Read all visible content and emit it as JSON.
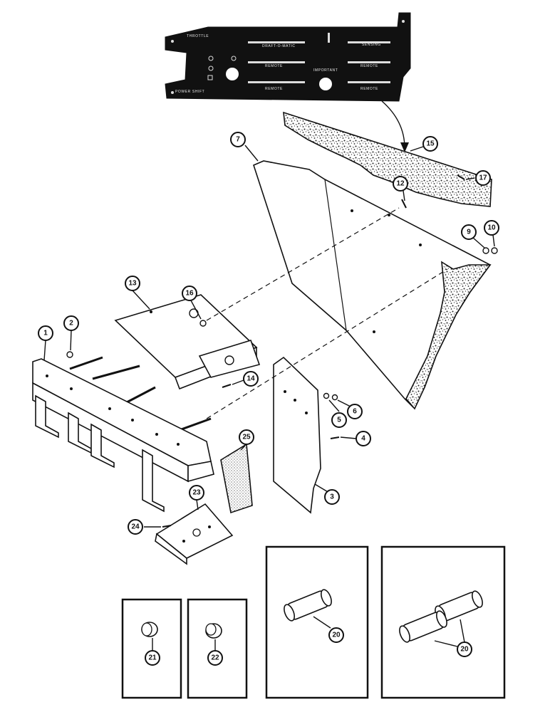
{
  "instrument_panel": {
    "labels": {
      "throttle": "THROTTLE",
      "draft_o_matic": "DRAFT-O-MATIC",
      "sensing": "SENSING",
      "remote_1": "REMOTE",
      "remote_2": "REMOTE",
      "remote_3": "REMOTE",
      "remote_4": "REMOTE",
      "important": "IMPORTANT",
      "power_shift": "POWER SHIFT"
    }
  },
  "callouts": {
    "c1": "1",
    "c2": "2",
    "c3": "3",
    "c4": "4",
    "c5": "5",
    "c6": "6",
    "c7": "7",
    "c9": "9",
    "c10": "10",
    "c12": "12",
    "c13": "13",
    "c14": "14",
    "c15": "15",
    "c16": "16",
    "c17": "17",
    "c20a": "20",
    "c20b": "20",
    "c21": "21",
    "c22": "22",
    "c23": "23",
    "c24": "24",
    "c25": "25"
  }
}
